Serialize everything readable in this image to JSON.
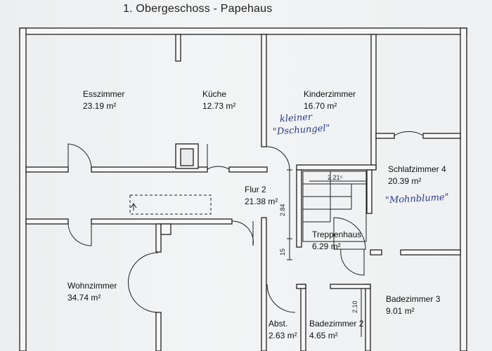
{
  "title": "1. Obergeschoss - Papehaus",
  "rooms": {
    "esszimmer": {
      "name": "Esszimmer",
      "area": "23.19 m²"
    },
    "kueche": {
      "name": "Küche",
      "area": "12.73 m²"
    },
    "kinderzimmer": {
      "name": "Kinderzimmer",
      "area": "16.70 m²"
    },
    "schlafzimmer4": {
      "name": "Schlafzimmer 4",
      "area": "20.39 m²"
    },
    "flur2": {
      "name": "Flur 2",
      "area": "21.38 m²"
    },
    "treppenhaus": {
      "name": "Treppenhaus",
      "area": "6.29 m²"
    },
    "wohnzimmer": {
      "name": "Wohnzimmer",
      "area": "34.74 m²"
    },
    "abst": {
      "name": "Abst.",
      "area": "2.63 m²"
    },
    "badezimmer2": {
      "name": "Badezimmer 2",
      "area": "4.65 m²"
    },
    "badezimmer3": {
      "name": "Badezimmer 3",
      "area": "9.01 m²"
    }
  },
  "handwritten": {
    "kinder_line1": "kleiner",
    "kinder_line2": "\"Dschungel\"",
    "schlaf": "\"Mohnblume\""
  },
  "dimensions": {
    "stair_width": "2.21⁵",
    "stair_height": "2.84",
    "small_height": "15",
    "bath_height": "2.10"
  },
  "colors": {
    "wall": "#1e1e1e",
    "wall_fill": "#f7f7f7",
    "ink": "#2a3a8a"
  }
}
